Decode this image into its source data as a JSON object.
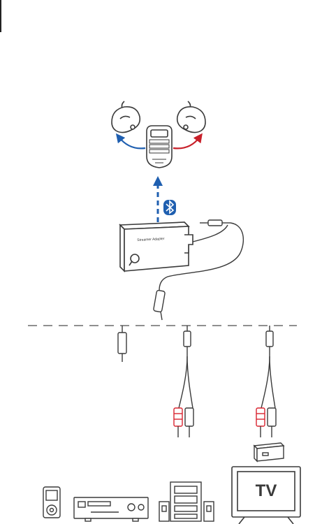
{
  "diagram": {
    "adapter_label": "Streamer Adapter",
    "tv_label": "TV",
    "bluetooth_symbol": "bluetooth-icon",
    "colors": {
      "line": "#3a3a3a",
      "accent_blue": "#1f5fb0",
      "accent_red": "#c8202a",
      "plug_red": "#d8232f",
      "dash": "#6a6a6a"
    },
    "devices": [
      {
        "name": "hearing-aid-left",
        "icon": "hearing-aid-icon"
      },
      {
        "name": "remote-streamer",
        "icon": "remote-icon"
      },
      {
        "name": "hearing-aid-right",
        "icon": "hearing-aid-icon"
      },
      {
        "name": "mp3-player",
        "icon": "mp3-player-icon"
      },
      {
        "name": "stereo-receiver",
        "icon": "receiver-icon"
      },
      {
        "name": "hifi-system",
        "icon": "hifi-icon"
      },
      {
        "name": "television",
        "icon": "tv-icon"
      }
    ]
  }
}
